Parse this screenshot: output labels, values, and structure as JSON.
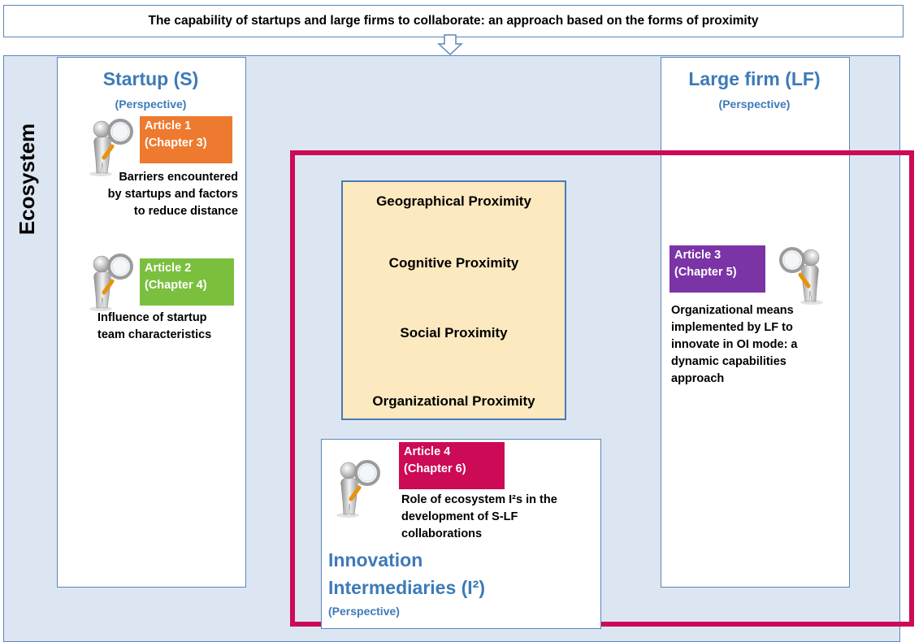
{
  "title": "The capability of startups and large firms to collaborate: an approach based on the forms of proximity",
  "ecosystem_label": "Ecosystem",
  "startup": {
    "title": "Startup (S)",
    "subtitle": "(Perspective)",
    "article1": {
      "line1": "Article 1",
      "line2": "(Chapter 3)",
      "color": "#ee7a2f",
      "desc_lines": [
        "Barriers encountered",
        "by startups and factors",
        "to reduce distance"
      ]
    },
    "article2": {
      "line1": "Article 2",
      "line2": "(Chapter 4)",
      "color": "#7bbf3e",
      "desc_lines": [
        "Influence of startup",
        "team characteristics"
      ]
    }
  },
  "large_firm": {
    "title": "Large firm (LF)",
    "subtitle": "(Perspective)",
    "article3": {
      "line1": "Article 3",
      "line2": "(Chapter 5)",
      "color": "#7a34a6",
      "desc_lines": [
        "Organizational means",
        "implemented by LF to",
        "innovate in OI mode: a",
        "dynamic capabilities",
        "approach"
      ]
    }
  },
  "proximity": {
    "items": [
      "Geographical Proximity",
      "Cognitive Proximity",
      "Social Proximity",
      "Organizational Proximity"
    ]
  },
  "intermediaries": {
    "title_line1": "Innovation",
    "title_line2": "Intermediaries (I²)",
    "subtitle": "(Perspective)",
    "article4": {
      "line1": "Article 4",
      "line2": "(Chapter 6)",
      "color": "#cc0a56",
      "desc_lines": [
        "Role of ecosystem I²s in the",
        "development of S-LF",
        "collaborations"
      ]
    }
  },
  "icons": [
    "magnifier-person-icon"
  ],
  "colors": {
    "frame_red": "#cc0a56",
    "ecosystem_bg": "#dce6f2",
    "panel_border": "#5b86b8",
    "heading_blue": "#3d7ab8",
    "proximity_bg": "#fde9bf"
  }
}
